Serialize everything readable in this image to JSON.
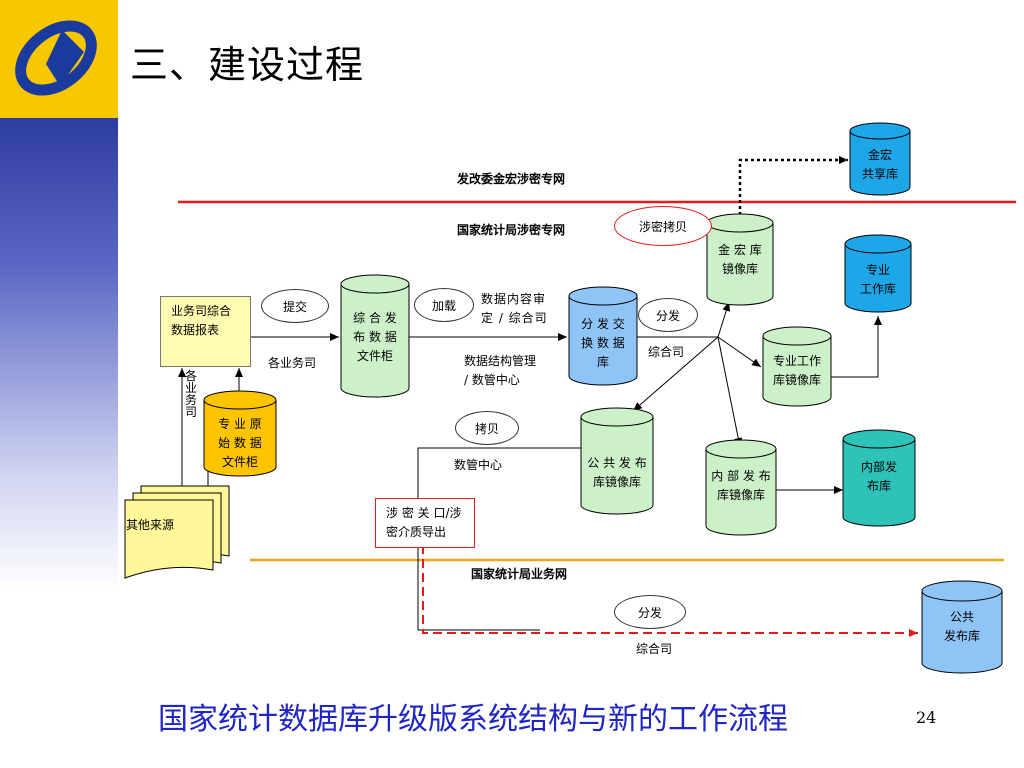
{
  "title": "三、建设过程",
  "caption": "国家统计数据库升级版系统结构与新的工作流程",
  "page_number": "24",
  "colors": {
    "red_line": "#e8191b",
    "orange_line": "#f7a21b",
    "caption": "#1f26c4",
    "sidebar_top": "#0a1a85",
    "logo_bg": "#f7c800"
  },
  "networks": {
    "ndrc": "发改委金宏涉密专网",
    "nbs_secret": "国家统计局涉密专网",
    "nbs_business": "国家统计局业务网"
  },
  "nodes": {
    "jinhong_shared": "金宏\n共享库",
    "jinhong_mirror": "金 宏 库\n镜像库",
    "special_work": "专业\n工作库",
    "special_work_mirror": "专业工作\n库镜像库",
    "internal_release": "内部发\n布库",
    "internal_mirror": "内 部 发 布\n库镜像库",
    "public_mirror": "公 共 发 布\n库镜像库",
    "distribution_exchange": "分 发 交\n换 数 据\n库",
    "release_cabinet": "综 合 发\n布 数 据\n文件柜",
    "raw_cabinet": "专 业 原\n始 数 据\n文件柜",
    "public_release": "公共\n发布库",
    "report": "业务司综合\n数据报表",
    "other_sources": "其他来源",
    "gateway": "涉 密 关 口/涉\n密介质导出"
  },
  "ovals": {
    "submit": "提交",
    "load": "加载",
    "distribute1": "分发",
    "secret_copy": "涉密拷贝",
    "copy": "拷贝",
    "distribute2": "分发"
  },
  "labels": {
    "each_dept": "各业务司",
    "each_dept_vertical": "各业务司",
    "content_review": "数据内容审\n定 / 综合司",
    "struct_mgmt": "数据结构管理\n/ 数管中心",
    "comprehensive1": "综合司",
    "data_center": "数管中心",
    "comprehensive2": "综合司"
  }
}
